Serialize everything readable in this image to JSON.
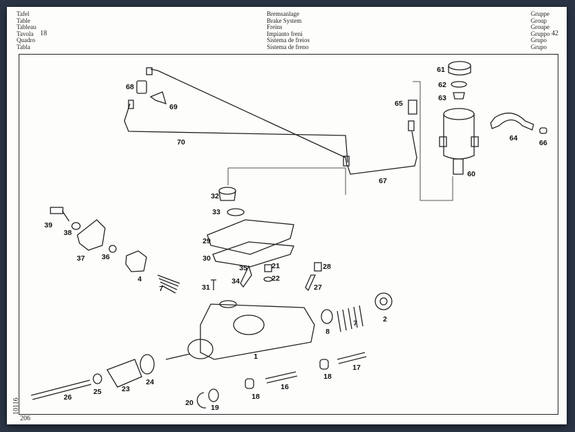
{
  "header": {
    "left_labels": [
      "Tafel",
      "Table",
      "Tableau",
      "Tavola",
      "Quadro",
      "Tabla"
    ],
    "table_number": "18",
    "center_labels": [
      "Bremsanlage",
      "Brake System",
      "Freins",
      "Impianto freni",
      "Sistema de freios",
      "Sistema de freno"
    ],
    "right_labels": [
      "Gruppe",
      "Group",
      "Groupe",
      "Gruppo",
      "Grupo",
      "Grupo"
    ],
    "group_number": "42"
  },
  "diagram": {
    "callouts": [
      "61",
      "62",
      "63",
      "65",
      "60",
      "64",
      "66",
      "67",
      "68",
      "69",
      "70",
      "32",
      "33",
      "29",
      "30",
      "39",
      "38",
      "37",
      "36",
      "4",
      "7",
      "35",
      "21",
      "34",
      "22",
      "31",
      "28",
      "27",
      "7",
      "2",
      "8",
      "1",
      "17",
      "18",
      "16",
      "18",
      "26",
      "25",
      "23",
      "24",
      "20",
      "19"
    ]
  },
  "footer": {
    "side_code": "10116",
    "page_number": "206"
  }
}
